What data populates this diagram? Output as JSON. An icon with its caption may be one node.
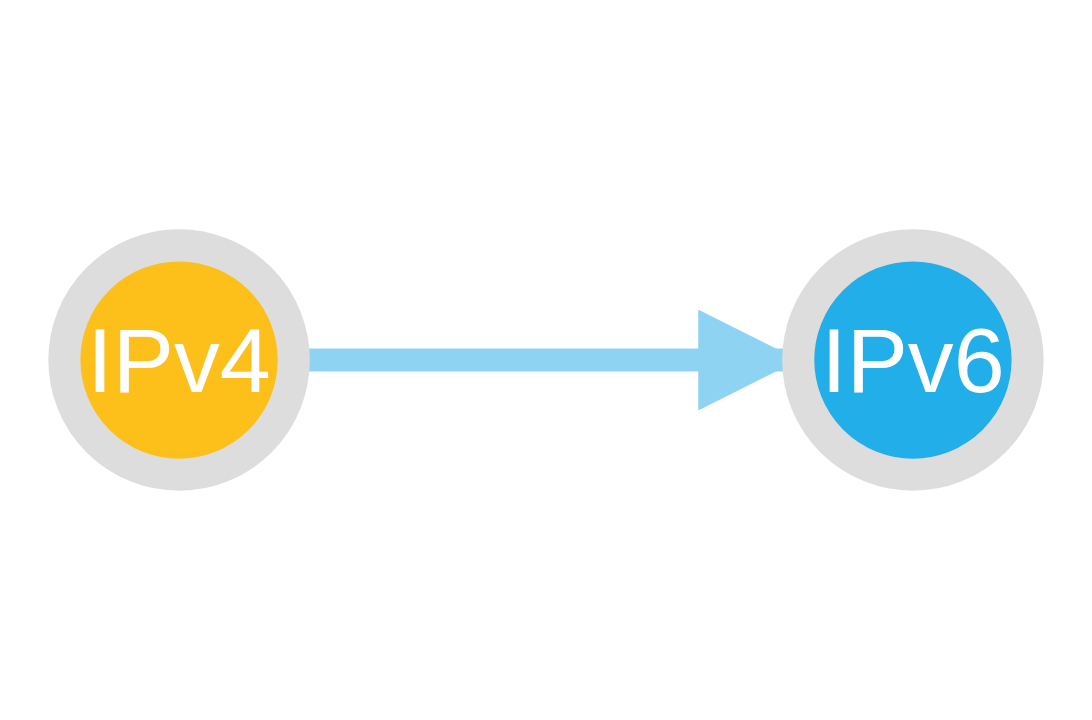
{
  "diagram": {
    "nodes": [
      {
        "text": [
          "IPv4"
        ]
      },
      {
        "text": [
          "IPv6"
        ]
      }
    ],
    "edges": [
      {
        "from": 0,
        "to": 1,
        "arrow": "to",
        "color": "#8fd3f2"
      }
    ]
  }
}
